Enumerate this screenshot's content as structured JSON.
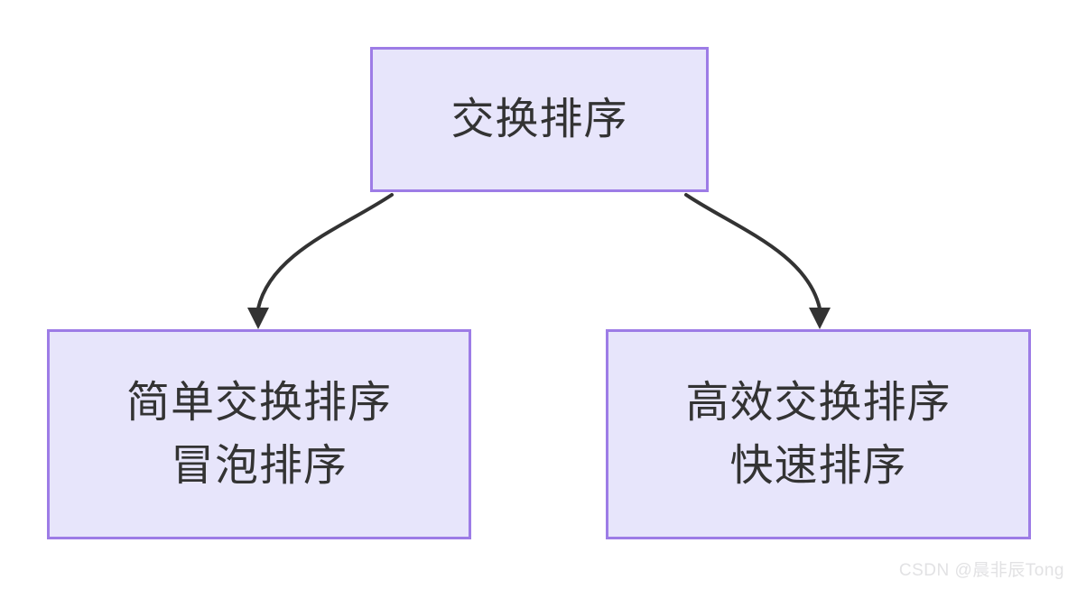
{
  "diagram": {
    "type": "flowchart",
    "direction": "top-down",
    "background_color": "#ffffff",
    "node_fill_color": "#e7e5fb",
    "node_border_color": "#9d7ce6",
    "node_text_color": "#333333",
    "edge_color": "#333333",
    "nodes": [
      {
        "id": "root",
        "label": "交换排序",
        "lines": [
          "交换排序"
        ]
      },
      {
        "id": "simple",
        "label": "简单交换排序\n冒泡排序",
        "lines": [
          "简单交换排序",
          "冒泡排序"
        ]
      },
      {
        "id": "efficient",
        "label": "高效交换排序\n快速排序",
        "lines": [
          "高效交换排序",
          "快速排序"
        ]
      }
    ],
    "edges": [
      {
        "id": "root-to-simple",
        "from": "root",
        "to": "simple",
        "label": "",
        "arrow": "filled-triangle"
      },
      {
        "id": "root-to-efficient",
        "from": "root",
        "to": "efficient",
        "label": "",
        "arrow": "filled-triangle"
      }
    ]
  },
  "watermark": {
    "text": "CSDN @晨非辰Tong",
    "color": "#e2e2e4"
  }
}
